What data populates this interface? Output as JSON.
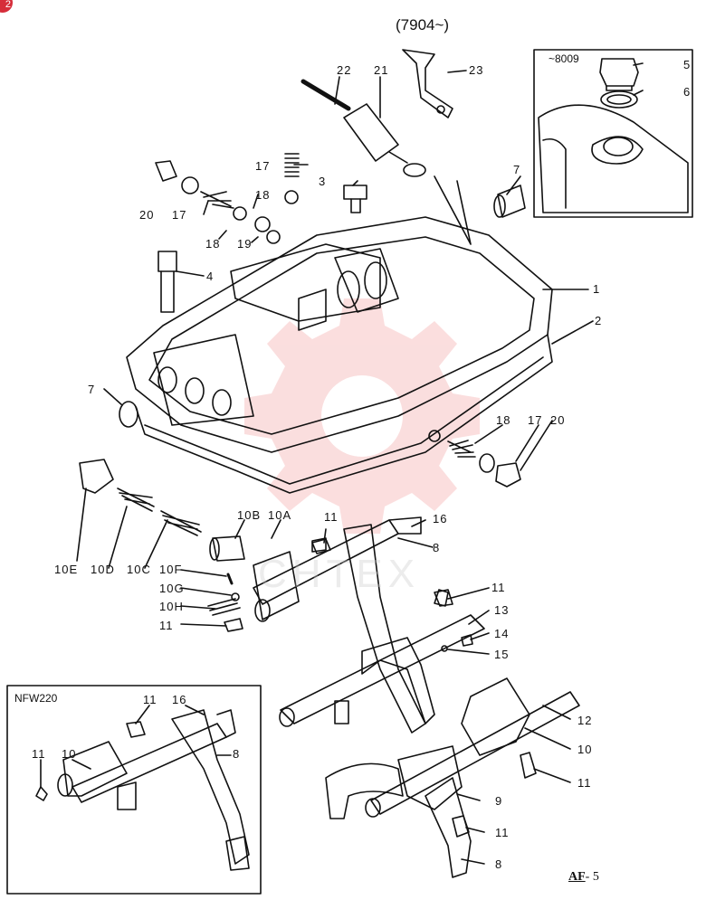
{
  "badge": "2",
  "header": {
    "serial_range": "(7904~)"
  },
  "inset_top": {
    "label": "~8009"
  },
  "inset_bottom": {
    "label": "NFW220"
  },
  "watermark": {
    "text": "CHTEX"
  },
  "page_ref": {
    "prefix": "AF",
    "number": "- 5"
  },
  "callouts": [
    "22",
    "21",
    "23",
    "5",
    "6",
    "17",
    "20",
    "17",
    "18",
    "3",
    "18",
    "19",
    "7",
    "4",
    "1",
    "2",
    "7",
    "18",
    "17",
    "20",
    "10B",
    "10A",
    "16",
    "11",
    "8",
    "10E",
    "10D",
    "10C",
    "10F",
    "10G",
    "10H",
    "11",
    "11",
    "13",
    "14",
    "15",
    "11",
    "16",
    "12",
    "10",
    "11",
    "10",
    "8",
    "11",
    "9",
    "11",
    "8"
  ],
  "colors": {
    "line": "#111111",
    "watermark": "#f08a8a",
    "badge": "#d62d3a"
  }
}
